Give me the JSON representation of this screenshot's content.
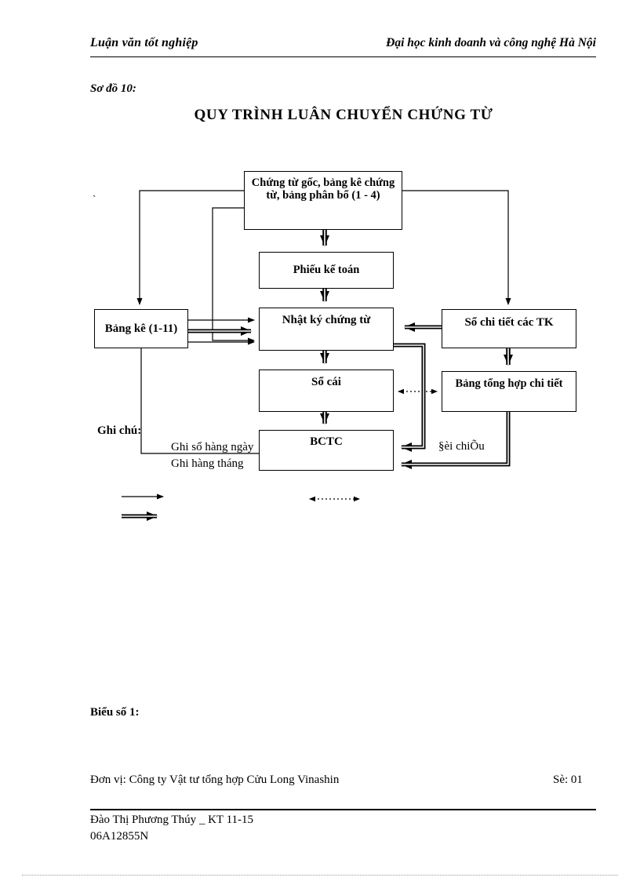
{
  "header": {
    "left": "Luận văn tốt nghiệp",
    "right": "Đại học kinh doanh và công nghệ Hà Nội"
  },
  "figure": {
    "label": "Sơ đồ 10:",
    "title": "QUY TRÌNH  LUÂN CHUYỂN CHỨNG TỪ",
    "stray_mark": "`"
  },
  "diagram": {
    "nodes": {
      "chung_tu_goc": "Chứng  từ gốc, bảng kê chứng từ, bảng phân bổ (1 - 4)",
      "phieu_ke_toan": "Phiếu kế toán",
      "nhat_ky_chung_tu": "Nhật ký chứng từ",
      "so_cai": "Sổ cái",
      "bctc": "BCTC",
      "bang_ke": "Bảng kê (1-11)",
      "so_chi_tiet": "Sổ chi tiết các TK",
      "bang_tong_hop": "Bảng tổng hợp chi tiết"
    },
    "notes": {
      "heading": "Ghi chú:",
      "line1": "Ghi sổ hàng ngày",
      "line2": "Ghi hàng tháng",
      "doi_chieu": "§èi chiÕu"
    }
  },
  "bottom": {
    "bieu_so": "Biểu số 1:",
    "don_vi": "Đơn vị:  Công ty Vật tư tổng hợp Cửu Long Vinashin",
    "so": "Sè: 01"
  },
  "footer": {
    "line1": "Đào Thị Phương Thúy    _ KT 11-15",
    "line2": "06A12855N"
  }
}
